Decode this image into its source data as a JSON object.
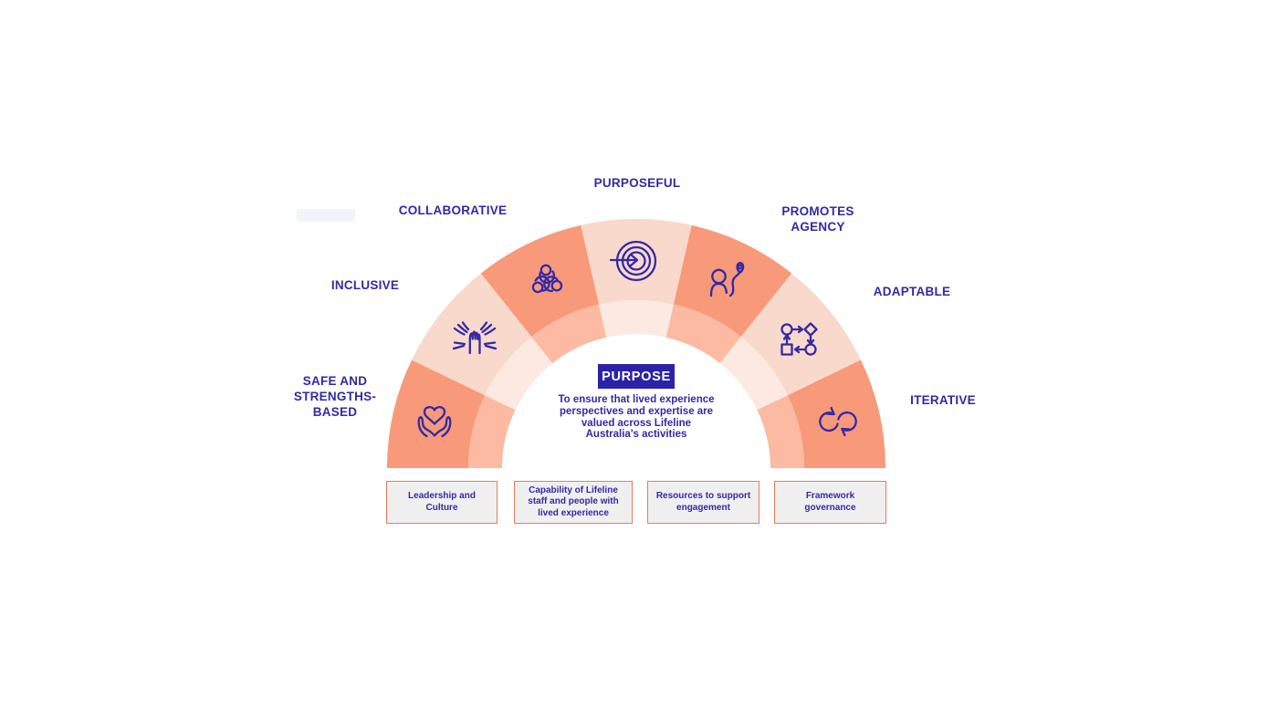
{
  "palette": {
    "ink": "#322aa5",
    "segment_dark": "#f8997a",
    "segment_dark_inner": "#fbbaa1",
    "segment_light": "#f9d9cc",
    "segment_light_inner": "#fce9e1",
    "purpose_box_bg": "#2b22a7",
    "purpose_box_text": "#ffffff",
    "foundation_border": "#ec7a5b",
    "foundation_bg": "#f0eff0"
  },
  "principles": [
    {
      "id": "safe-and-strengths-based",
      "label": "SAFE AND\nSTRENGTHS-\nBASED",
      "icon": "hands-holding-heart-icon",
      "tone": "dark"
    },
    {
      "id": "inclusive",
      "label": "INCLUSIVE",
      "icon": "stacked-hands-icon",
      "tone": "light"
    },
    {
      "id": "collaborative",
      "label": "COLLABORATIVE",
      "icon": "three-people-icon",
      "tone": "dark"
    },
    {
      "id": "purposeful",
      "label": "PURPOSEFUL",
      "icon": "target-arrow-icon",
      "tone": "light"
    },
    {
      "id": "promotes-agency",
      "label": "PROMOTES\nAGENCY",
      "icon": "person-journey-pin-icon",
      "tone": "dark"
    },
    {
      "id": "adaptable",
      "label": "ADAPTABLE",
      "icon": "flowchart-cycle-icon",
      "tone": "light"
    },
    {
      "id": "iterative",
      "label": "ITERATIVE",
      "icon": "loop-arrows-icon",
      "tone": "dark"
    }
  ],
  "purpose": {
    "heading": "PURPOSE",
    "body": "To ensure that lived experience\nperspectives and expertise are\nvalued across Lifeline\nAustralia's activities"
  },
  "foundations": [
    {
      "label": "Leadership and\nCulture"
    },
    {
      "label": "Capability of Lifeline\nstaff and people with\nlived experience"
    },
    {
      "label": "Resources to support\nengagement"
    },
    {
      "label": "Framework\ngovernance"
    }
  ]
}
